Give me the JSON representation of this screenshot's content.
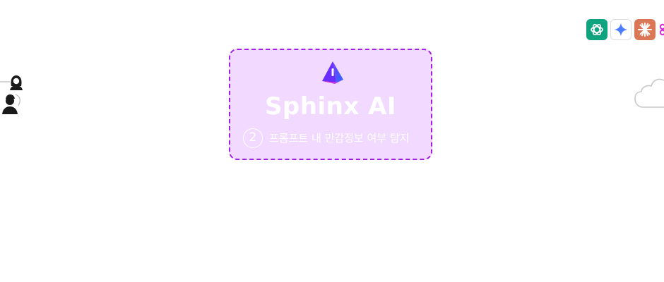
{
  "diagram": {
    "sphinx": {
      "title": "Sphinx AI",
      "step_number": "2",
      "step_text": "프롬프트 내 민감정보 여부 탐지"
    },
    "icons": {
      "logo": "sphinx-logo-icon",
      "users": [
        "user-icon",
        "user-icon"
      ],
      "llms": [
        "openai-icon",
        "gemini-icon",
        "claude-icon",
        "partial-icon"
      ],
      "cloud": "cloud-icon"
    },
    "colors": {
      "box_fill": "#f2d9ff",
      "box_border": "#a020e0",
      "openai": "#10a37f",
      "claude": "#d97757",
      "gemini_star": "#4c7dff"
    }
  }
}
